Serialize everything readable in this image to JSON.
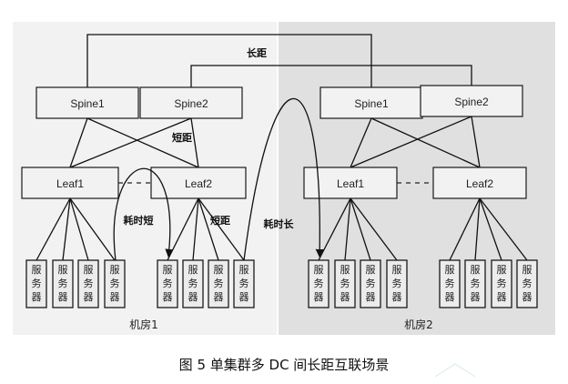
{
  "rooms": [
    {
      "label": "机房1",
      "fill": "#f2f2f2"
    },
    {
      "label": "机房2",
      "fill": "#e0e0e0"
    }
  ],
  "spines": [
    "Spine1",
    "Spine2",
    "Spine1",
    "Spine2"
  ],
  "leaves": [
    "Leaf1",
    "Leaf2",
    "Leaf1",
    "Leaf2"
  ],
  "server_chars": [
    "服",
    "务",
    "器"
  ],
  "labels": {
    "long": "长距",
    "short1": "短距",
    "short2": "短距",
    "fast": "耗时短",
    "slow": "耗时长"
  },
  "caption": "图 5 单集群多 DC 间长距互联场景"
}
